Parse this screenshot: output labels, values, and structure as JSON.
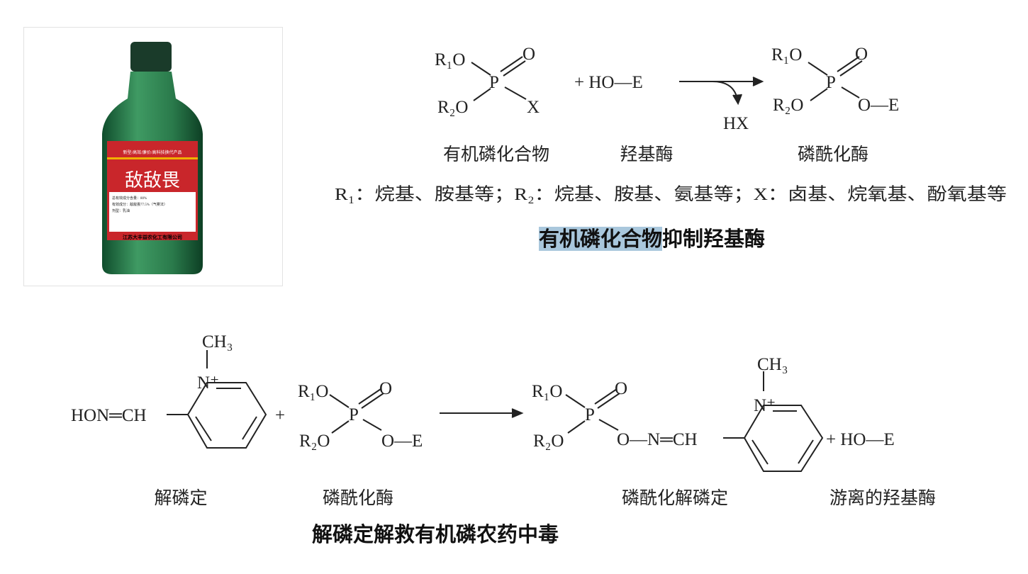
{
  "product": {
    "tagline": "新型/高效/廉价/高科技换代产品",
    "name": "敌敌畏",
    "content_total": "总有效成分含量：80%",
    "content_active": "有效成分：敌敌畏77.5%（气雾法）",
    "formulation": "剂型：乳油",
    "company": "江苏大丰益农化工有限公司"
  },
  "reaction1": {
    "r1o": "R₁O",
    "r2o": "R₂O",
    "p": "P",
    "o": "O",
    "x": "X",
    "plus_hoe": "+ HO—E",
    "hx": "HX",
    "oe": "O—E",
    "label_compound": "有机磷化合物",
    "label_enzyme": "羟基酶",
    "label_product": "磷酰化酶",
    "legend": "R₁：烷基、胺基等；R₂：烷基、胺基、氨基等；X：卤基、烷氧基、酚氧基等"
  },
  "caption1": {
    "highlight": "有机磷化合物",
    "rest": "抑制羟基酶"
  },
  "reaction2": {
    "ch3": "CH₃",
    "nplus": "N⁺",
    "oxime": "HON═CH",
    "plus": "+",
    "r1o": "R₁O",
    "r2o": "R₂O",
    "p": "P",
    "o": "O",
    "oe": "O—E",
    "link": "O—N═CH",
    "plus_hoe": "+ HO—E",
    "label_pam": "解磷定",
    "label_enzyme": "磷酰化酶",
    "label_product": "磷酰化解磷定",
    "label_free": "游离的羟基酶"
  },
  "caption2": "解磷定解救有机磷农药中毒"
}
